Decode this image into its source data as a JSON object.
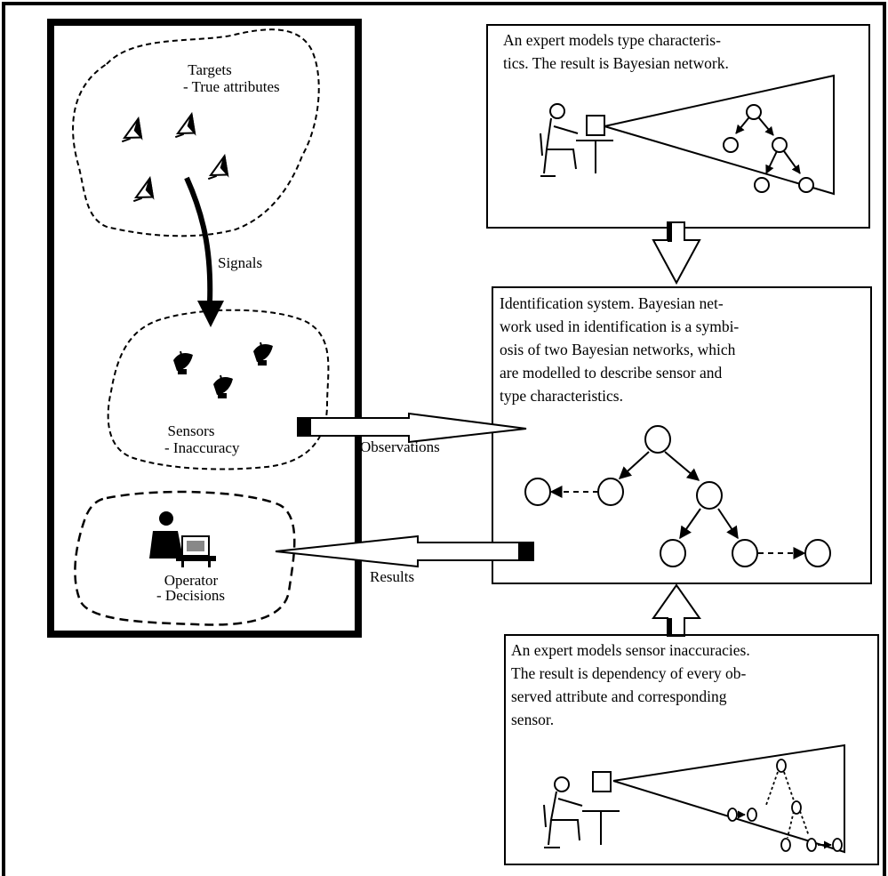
{
  "diagram": {
    "targets": {
      "title": "Targets",
      "subtitle": "- True attributes"
    },
    "signals_label": "Signals",
    "sensors": {
      "title": "Sensors",
      "subtitle": "- Inaccuracy"
    },
    "operator": {
      "title": "Operator",
      "subtitle": "- Decisions"
    },
    "observations_label": "Observations",
    "results_label": "Results",
    "expert_type_box": {
      "lines": [
        "An expert models type characteris-",
        "tics. The result is Bayesian network."
      ]
    },
    "identification_box": {
      "lines": [
        "Identification system. Bayesian net-",
        "work used in identification is a symbi-",
        "osis of two Bayesian networks, which",
        "are modelled to describe sensor and",
        "type characteristics."
      ]
    },
    "expert_sensor_box": {
      "lines": [
        "An expert models sensor inaccuracies.",
        "The result is dependency of every ob-",
        "served attribute and corresponding",
        "sensor."
      ]
    }
  }
}
